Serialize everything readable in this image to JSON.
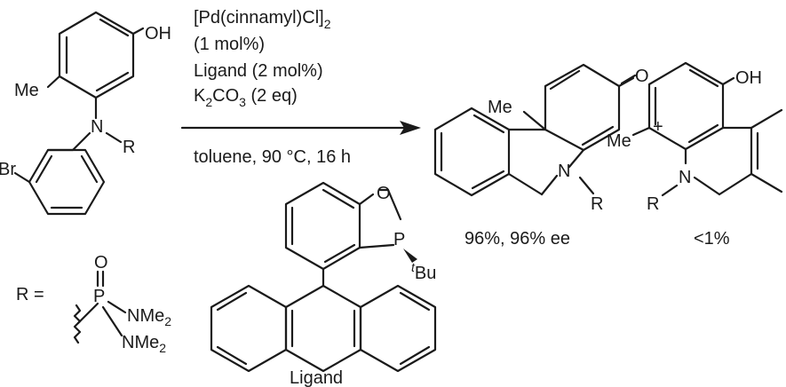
{
  "conditions": {
    "catalyst": "[Pd(cinnamyl)Cl]",
    "catalyst_sub": "2",
    "catalyst_loading": "(1 mol%)",
    "ligand_loading": "Ligand (2 mol%)",
    "base_prefix": "K",
    "base_sub1": "2",
    "base_mid": "CO",
    "base_sub2": "3",
    "base_suffix": " (2 eq)",
    "solvent": "toluene, 90 °C, 16 h"
  },
  "reactant": {
    "oh": "OH",
    "me": "Me",
    "n": "N",
    "r": "R",
    "br": "Br"
  },
  "product_major": {
    "o": "O",
    "me": "Me",
    "n": "N",
    "r": "R",
    "yield": "96%, 96% ee"
  },
  "plus": "+",
  "product_minor": {
    "oh": "OH",
    "me": "Me",
    "n": "N",
    "r": "R",
    "yield": "<1%"
  },
  "r_group": {
    "r_eq": "R =",
    "o": "O",
    "p": "P",
    "nme2_prefix": "NMe",
    "nme2_sub": "2"
  },
  "ligand": {
    "o": "O",
    "p": "P",
    "tbu_t": "t",
    "tbu_bu": "Bu",
    "caption": "Ligand"
  }
}
